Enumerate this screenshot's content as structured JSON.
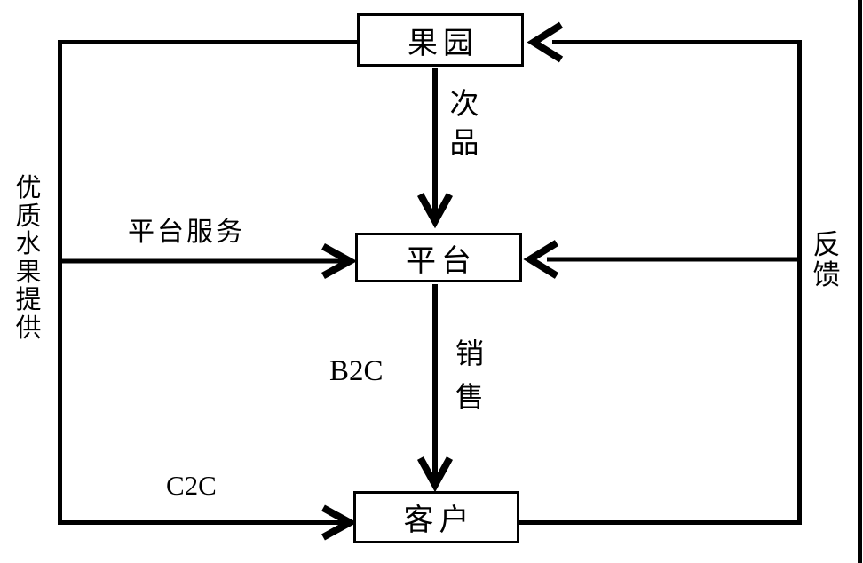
{
  "diagram": {
    "nodes": {
      "orchard": "果园",
      "platform": "平台",
      "customer": "客户"
    },
    "edges": {
      "defective_goods": "次品",
      "platform_service": "平台服务",
      "b2c": "B2C",
      "sales": "销售",
      "c2c": "C2C",
      "quality_fruit_supply": "优质水果提供",
      "feedback": "反馈"
    },
    "colors": {
      "line": "#000000",
      "background": "#ffffff"
    }
  }
}
